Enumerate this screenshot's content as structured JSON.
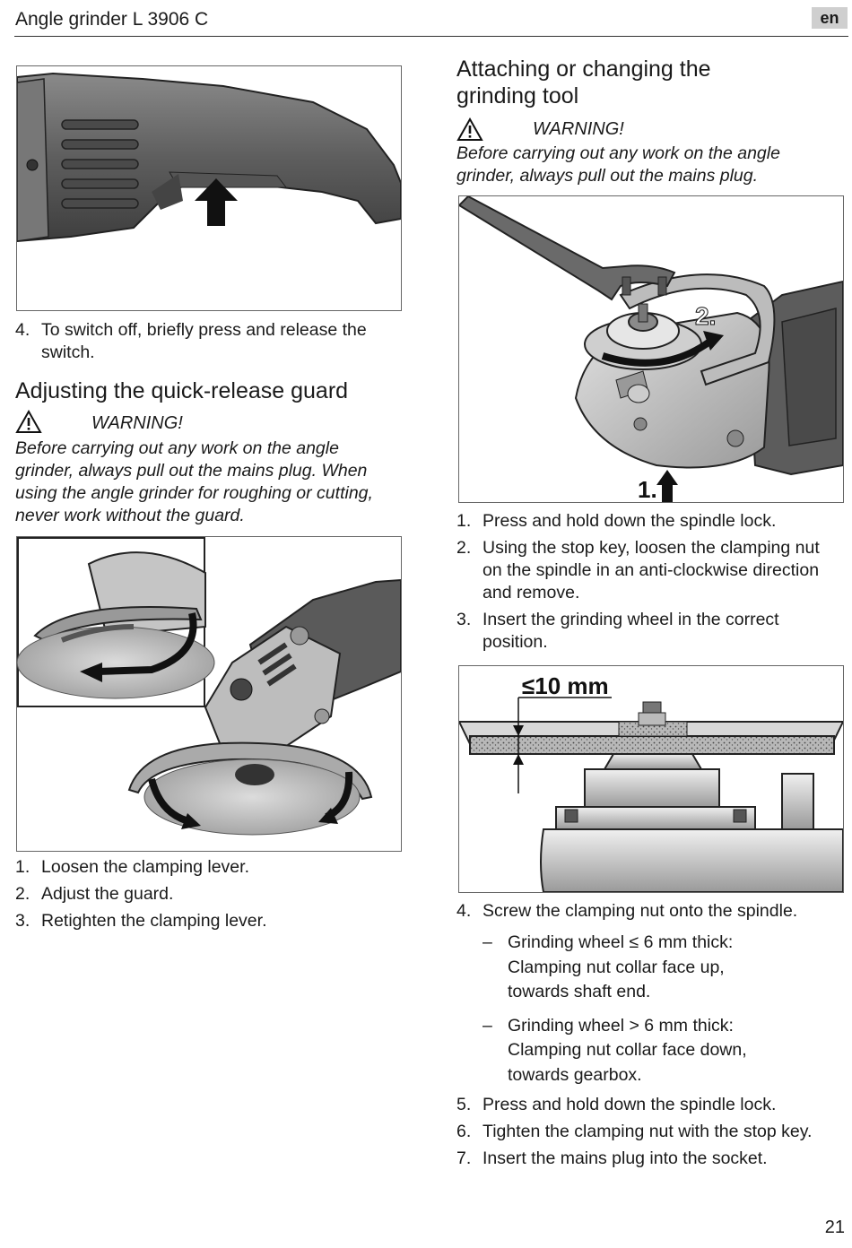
{
  "header": {
    "title": "Angle grinder L 3906 C",
    "language": "en"
  },
  "left": {
    "switch_off_steps": [
      {
        "num": "4.",
        "text": "To switch off, briefly press and release the switch."
      }
    ],
    "guard_heading": "Adjusting the quick-release guard",
    "guard_warning_label": "WARNING!",
    "guard_warning_text": "Before carrying out any work on the angle grinder, always pull out the mains plug. When using the angle grinder for roughing or cutting, never work without the guard.",
    "guard_steps": [
      {
        "num": "1.",
        "text": "Loosen the clamping lever."
      },
      {
        "num": "2.",
        "text": "Adjust the guard."
      },
      {
        "num": "3.",
        "text": "Retighten the clamping lever."
      }
    ]
  },
  "right": {
    "attach_heading": "Attaching or changing the grinding tool",
    "attach_warning_label": "WARNING!",
    "attach_warning_text": "Before carrying out any work on the angle grinder, always pull out the mains plug.",
    "figure_labels": {
      "step_one": "1.",
      "step_two": "2.",
      "thickness": "≤10 mm"
    },
    "attach_steps": [
      {
        "num": "1.",
        "text": "Press and hold down the spindle lock."
      },
      {
        "num": "2.",
        "text": "Using the stop key, loosen the clamping nut on the spindle in an anti-clockwise direction and remove."
      },
      {
        "num": "3.",
        "text": "Insert the grinding wheel in the correct position."
      }
    ],
    "step4": {
      "num": "4.",
      "text": "Screw the clamping nut onto the spindle."
    },
    "step4_sub": [
      {
        "dash": "–",
        "text": "Grinding wheel ≤ 6 mm thick: Clamping nut collar face up, towards shaft end."
      },
      {
        "dash": "–",
        "text": "Grinding wheel > 6 mm thick: Clamping nut collar face down, towards gearbox."
      }
    ],
    "final_steps": [
      {
        "num": "5.",
        "text": "Press and hold down the spindle lock."
      },
      {
        "num": "6.",
        "text": "Tighten the clamping nut with the stop key."
      },
      {
        "num": "7.",
        "text": "Insert the mains plug into the socket."
      }
    ]
  },
  "footer": {
    "page_number": "21"
  },
  "icons": {
    "warning": "warning-triangle-icon",
    "arrow": "arrow-icon"
  }
}
